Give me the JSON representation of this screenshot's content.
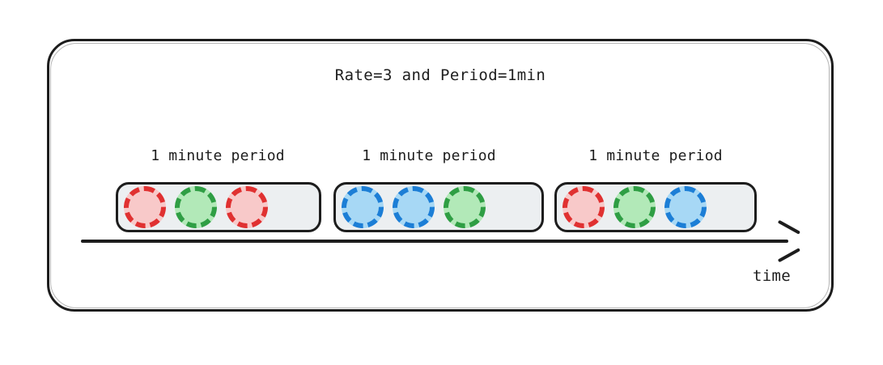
{
  "diagram": {
    "type": "rate-limiter-fixed-window-illustration",
    "title": "Rate=3 and Period=1min",
    "axis": {
      "label": "time",
      "direction": "left-to-right",
      "arrow_icon": "arrow-right-icon"
    },
    "colors": {
      "red_fill": "#f8c9c9",
      "red_stroke": "#e03131",
      "green_fill": "#b2e9b8",
      "green_stroke": "#2f9e44",
      "blue_fill": "#a7d8f5",
      "blue_stroke": "#1c7ed6",
      "window_fill": "#eceff1",
      "ink": "#1d1d1d"
    },
    "periods": [
      {
        "label": "1 minute period",
        "tokens": [
          {
            "color": "red"
          },
          {
            "color": "green"
          },
          {
            "color": "red"
          }
        ]
      },
      {
        "label": "1 minute period",
        "tokens": [
          {
            "color": "blue"
          },
          {
            "color": "blue"
          },
          {
            "color": "green"
          }
        ]
      },
      {
        "label": "1 minute period",
        "tokens": [
          {
            "color": "red"
          },
          {
            "color": "green"
          },
          {
            "color": "blue"
          }
        ]
      }
    ]
  }
}
